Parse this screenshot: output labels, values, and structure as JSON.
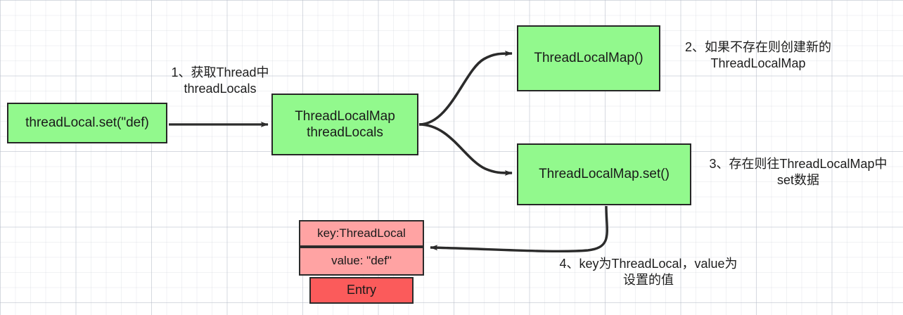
{
  "diagram": {
    "title": "ThreadLocal.set() flow",
    "background": "#ffffff",
    "colors": {
      "green_fill": "#92F98D",
      "pink_fill": "#FFA3A3",
      "red_fill": "#FB5B5B",
      "stroke": "#2b2b2b",
      "grid": "#bec3cd"
    },
    "nodes": {
      "threadlocal_set": "threadLocal.set(\"def)",
      "threadlocalmap_field": "ThreadLocalMap\nthreadLocals",
      "threadlocalmap_ctor": "ThreadLocalMap()",
      "threadlocalmap_set": "ThreadLocalMap.set()",
      "entry_key": "key:ThreadLocal",
      "entry_value": "value: \"def\"",
      "entry_title": "Entry"
    },
    "labels": {
      "step_1": "1、获取Thread中\nthreadLocals",
      "step_2": "2、如果不存在则创建新的\nThreadLocalMap",
      "step_3": "3、存在则往ThreadLocalMap中\nset数据",
      "step_4": "4、key为ThreadLocal，value为\n设置的值"
    }
  }
}
